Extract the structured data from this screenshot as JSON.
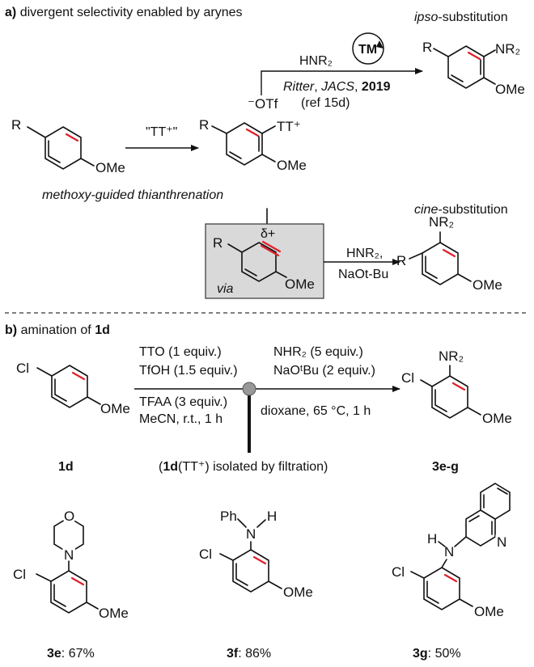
{
  "section_a": {
    "label": "a)",
    "title": "divergent selectivity enabled by arynes",
    "ipso_label": "ipso",
    "ipso_suffix": "-substitution",
    "cine_label": "cine",
    "cine_suffix": "-substitution",
    "reagent_tt": "\"TT⁺\"",
    "hnr2_top": "HNR₂",
    "tm": "TM",
    "ritter": "Ritter",
    "jacs": "JACS",
    "year": "2019",
    "ref": "(ref 15d)",
    "otf": "⁻OTf",
    "guided": "methoxy-guided thianthrenation",
    "via": "via",
    "delta": "δ+",
    "hnr2_bottom": "HNR₂,",
    "base": "NaOt-Bu"
  },
  "section_b": {
    "label": "b)",
    "title_prefix": "amination of",
    "title_cmpd": "1d",
    "reagents_above_1": "TTO (1 equiv.)",
    "reagents_above_2": "TfOH (1.5 equiv.)",
    "reagents_below_1": "TFAA (3 equiv.)",
    "reagents_below_2": "MeCN, r.t., 1 h",
    "reagents2_above_1": "NHR₂ (5 equiv.)",
    "reagents2_above_2": "NaOᵗBu (2 equiv.)",
    "reagents2_below": "dioxane, 65 °C, 1 h",
    "isolated_cmpd": "1d",
    "isolated_text": "(TT⁺) isolated by filtration)",
    "start_label": "1d",
    "product_label": "3e-g"
  },
  "atoms": {
    "R": "R",
    "OMe": "OMe",
    "TT": "TT⁺",
    "NR2": "NR₂",
    "Cl": "Cl",
    "N": "N",
    "O": "O",
    "H": "H",
    "Ph": "Ph"
  },
  "products": [
    {
      "id": "3e",
      "yield": ": 67%"
    },
    {
      "id": "3f",
      "yield": ": 86%"
    },
    {
      "id": "3g",
      "yield": ": 50%"
    }
  ]
}
